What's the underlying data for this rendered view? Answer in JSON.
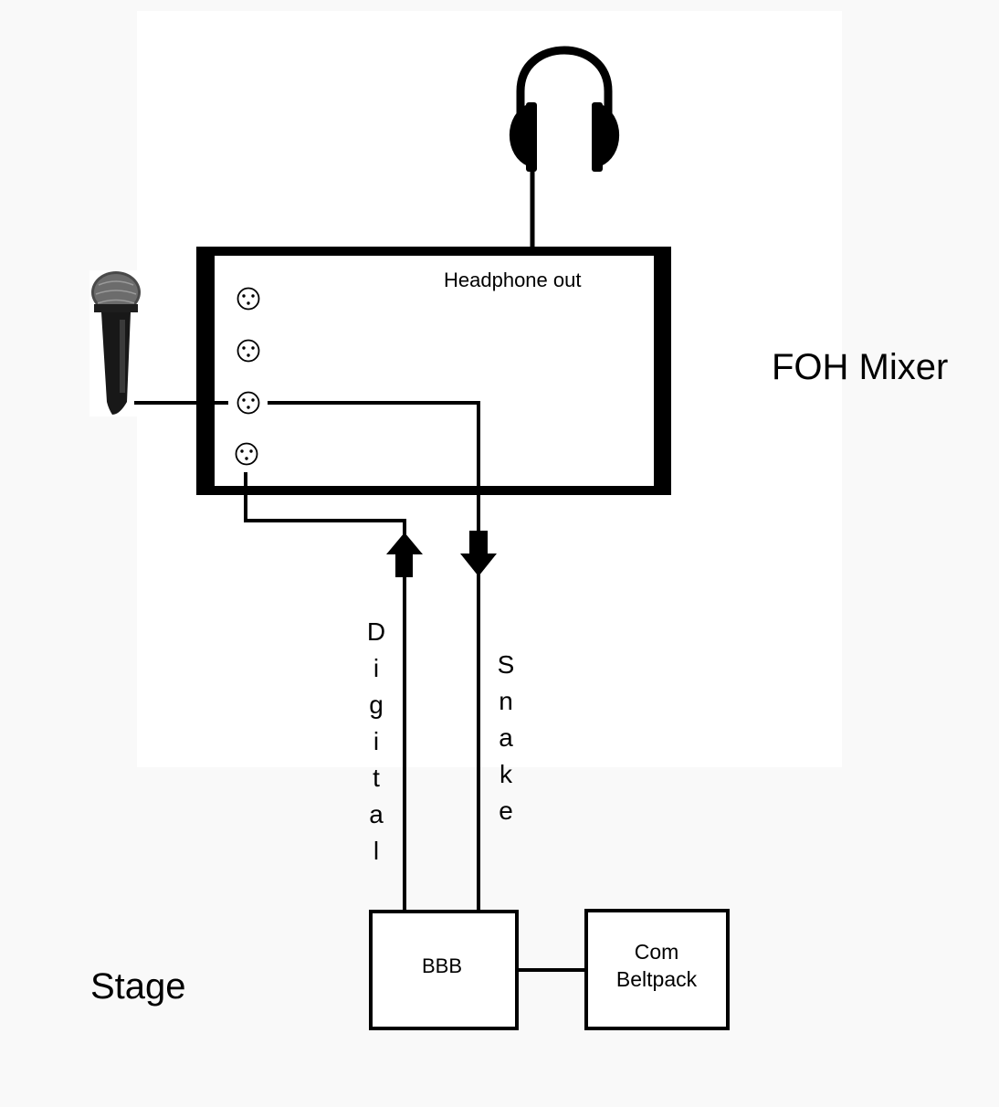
{
  "labels": {
    "headphone_out": "Headphone out",
    "foh_mixer": "FOH Mixer",
    "stage": "Stage",
    "bbb": "BBB",
    "com_line1": "Com",
    "com_line2": "Beltpack"
  },
  "vertical_labels": {
    "digital": [
      "D",
      "i",
      "g",
      "i",
      "t",
      "a",
      "l"
    ],
    "snake": [
      "S",
      "n",
      "a",
      "k",
      "e"
    ]
  },
  "icons": [
    "headphones-icon",
    "microphone-icon",
    "xlr-connector-icon"
  ],
  "colors": {
    "line": "#000000",
    "panel": "#ffffff",
    "background": "#f9f9f9"
  }
}
